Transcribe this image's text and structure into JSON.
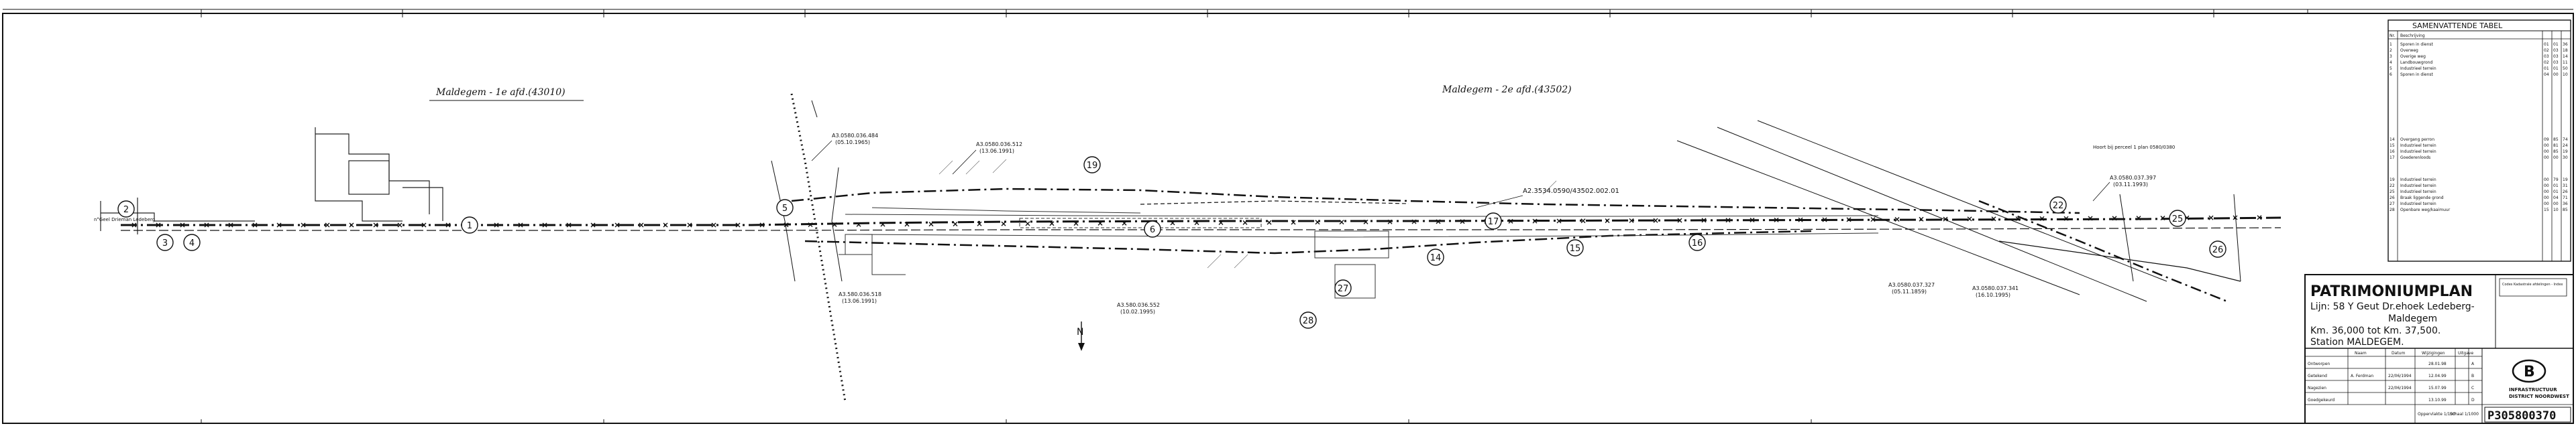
{
  "sections": [
    {
      "label": "Maldegem - 1e afd.(43010)"
    },
    {
      "label": "Maldegem - 2e afd.(43502)"
    }
  ],
  "parcel_refs": [
    {
      "code": "A3.0580.036.484",
      "date": "(05.10.1965)"
    },
    {
      "code": "A3.0580.036.512",
      "date": "(13.06.1991)"
    },
    {
      "code": "A3.580.036.518",
      "date": "(13.06.1991)"
    },
    {
      "code": "A3.580.036.552",
      "date": "(10.02.1995)"
    },
    {
      "code": "A2.3534.0590/43502.002.01",
      "date": ""
    },
    {
      "code": "A3.0580.037.327",
      "date": "(05.11.1859)"
    },
    {
      "code": "A3.0580.037.341",
      "date": "(16.10.1995)"
    },
    {
      "code": "A3.0580.037.397",
      "date": "(03.11.1993)"
    }
  ],
  "annotations": {
    "left_street": "n°Geel Drieman Ledeberg",
    "right_note": "Hoort bij perceel 1 plan 0580/0380",
    "north": "N"
  },
  "parcel_numbers": [
    "1",
    "2",
    "3",
    "4",
    "5",
    "6",
    "14",
    "15",
    "16",
    "17",
    "19",
    "22",
    "25",
    "26",
    "27",
    "28"
  ],
  "summary_table": {
    "title": "SAMENVATTENDE TABEL",
    "header": [
      "Nr.",
      "Beschrijving",
      "",
      "",
      ""
    ],
    "rows": [
      [
        "1",
        "Sporen in dienst",
        "01",
        "01",
        "36"
      ],
      [
        "2",
        "Overweg",
        "02",
        "03",
        "18"
      ],
      [
        "3",
        "Overige weg",
        "03",
        "03",
        "14"
      ],
      [
        "4",
        "Landbouwgrond",
        "02",
        "03",
        "11"
      ],
      [
        "5",
        "Industrieel terrein",
        "01",
        "01",
        "50"
      ],
      [
        "6",
        "Sporen in dienst",
        "04",
        "00",
        "10"
      ],
      [
        "14",
        "Overgang perron",
        "09",
        "85",
        "74"
      ],
      [
        "15",
        "Industrieel terrein",
        "00",
        "81",
        "24"
      ],
      [
        "16",
        "Industrieel terrein",
        "00",
        "85",
        "19"
      ],
      [
        "17",
        "Goederenloods",
        "00",
        "00",
        "30"
      ],
      [
        "19",
        "Industrieel terrein",
        "00",
        "79",
        "19"
      ],
      [
        "22",
        "Industrieel terrein",
        "00",
        "01",
        "31"
      ],
      [
        "25",
        "Industrieel terrein",
        "00",
        "01",
        "26"
      ],
      [
        "26",
        "Braak liggende grond",
        "00",
        "04",
        "71"
      ],
      [
        "27",
        "Industrieel terrein",
        "00",
        "00",
        "36"
      ],
      [
        "28",
        "Openbare weg/kaaimuur",
        "15",
        "10",
        "85"
      ]
    ]
  },
  "title_block": {
    "heading": "PATRIMONIUMPLAN",
    "line1": "Lijn: 58 Y Geut Dr.ehoek Ledeberg-",
    "line2": "Maldegem",
    "line3": "Km. 36,000 tot Km. 37,500.",
    "line4": "Station MALDEGEM.",
    "table_header": [
      "Naam",
      "Datum",
      "Wijzigingen",
      "Uitgave"
    ],
    "table_rows": [
      [
        "Ontworpen",
        "",
        "",
        "28.01.98",
        "A"
      ],
      [
        "Getekend",
        "A. Ferdman",
        "22/06/1994",
        "12.04.99",
        "B"
      ],
      [
        "Nagezien",
        "",
        "22/06/1994",
        "15.07.99",
        "C"
      ],
      [
        "Goedgekeurd",
        "",
        "",
        "13.10.99",
        "D"
      ]
    ],
    "code_box": "Codes Kadastrale afdelingen - Index",
    "scale": "Schaal 1/1000",
    "sheet": "Oppervlakte 1/100",
    "company_line1": "INFRASTRUCTUUR",
    "company_line2": "DISTRICT NOORDWEST",
    "plan_number": "P305800370",
    "logo_letter": "B"
  }
}
